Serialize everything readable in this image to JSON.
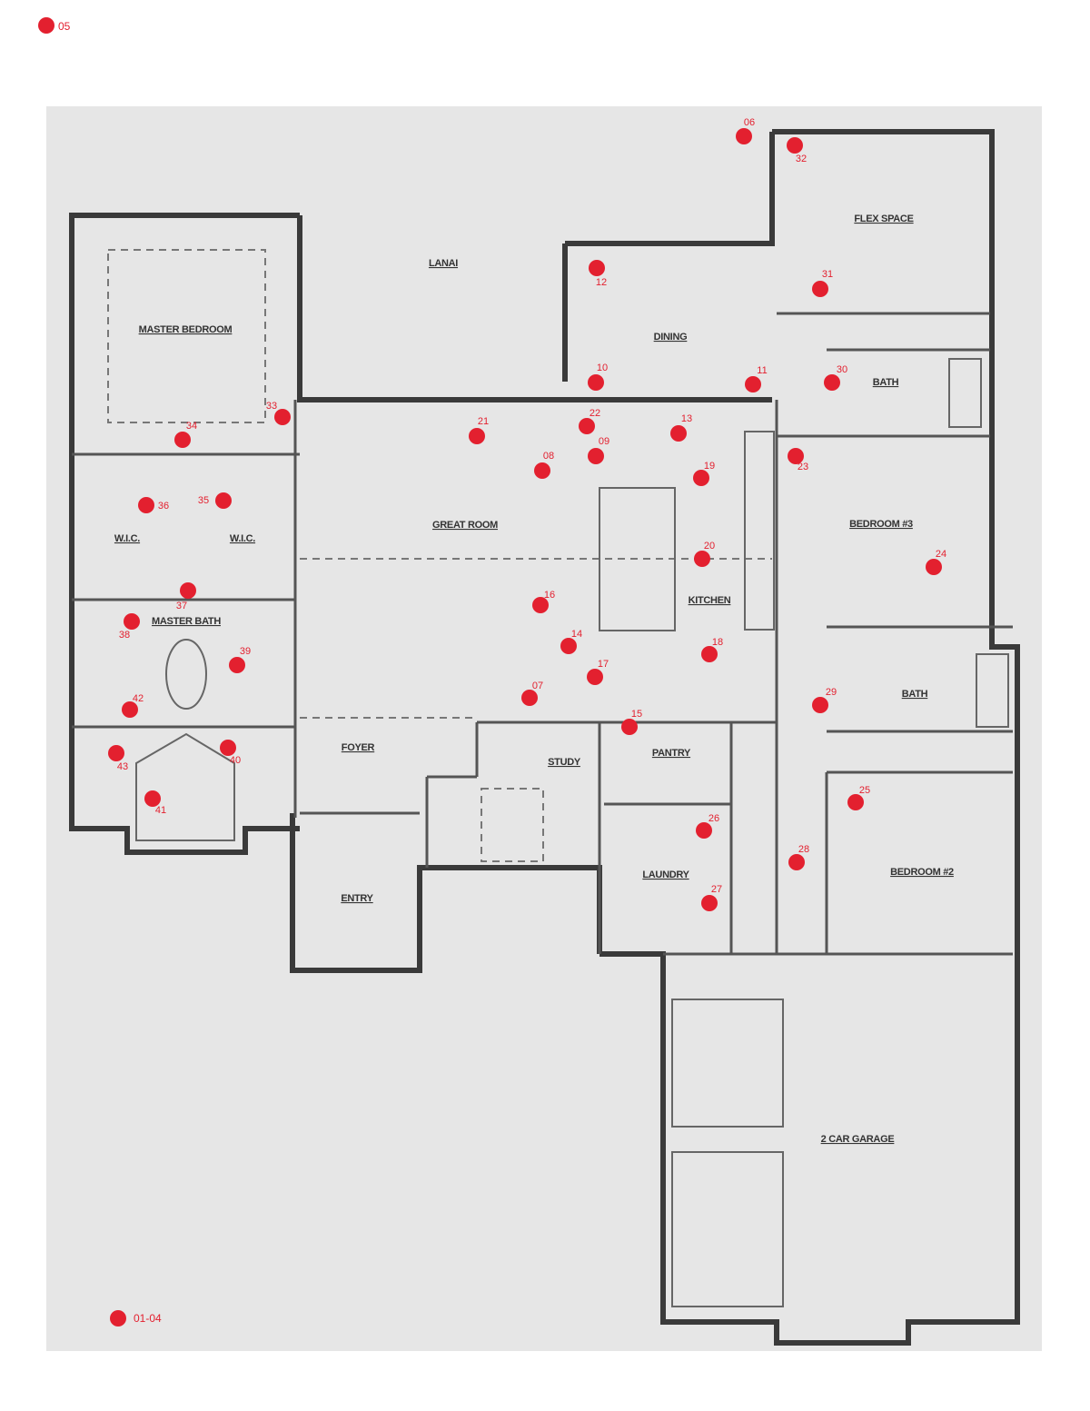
{
  "legend": {
    "top_label": "05",
    "bottom_label": "01-04",
    "marker_color": "#e3202f"
  },
  "rooms": {
    "master_bedroom": "MASTER BEDROOM",
    "lanai": "LANAI",
    "dining": "DINING",
    "flex_space": "FLEX SPACE",
    "bath_upper": "BATH",
    "great_room": "GREAT ROOM",
    "kitchen": "KITCHEN",
    "bedroom_3": "BEDROOM #3",
    "bath_lower": "BATH",
    "master_bath": "MASTER BATH",
    "wic_left": "W.I.C.",
    "wic_right": "W.I.C.",
    "foyer": "FOYER",
    "study": "STUDY",
    "pantry": "PANTRY",
    "laundry": "LAUNDRY",
    "entry": "ENTRY",
    "bedroom_2": "BEDROOM #2",
    "garage": "2 CAR GARAGE"
  },
  "markers": [
    "06",
    "32",
    "31",
    "12",
    "10",
    "11",
    "30",
    "33",
    "34",
    "21",
    "22",
    "13",
    "09",
    "08",
    "19",
    "23",
    "36",
    "35",
    "20",
    "24",
    "37",
    "16",
    "38",
    "14",
    "18",
    "39",
    "17",
    "07",
    "42",
    "29",
    "15",
    "43",
    "40",
    "25",
    "41",
    "26",
    "28",
    "27"
  ]
}
